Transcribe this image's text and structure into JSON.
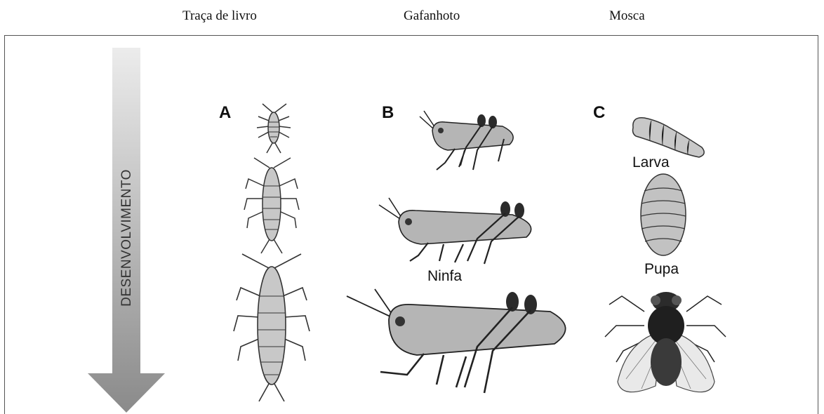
{
  "columns": {
    "a_title": "Traça de livro",
    "b_title": "Gafanhoto",
    "c_title": "Mosca"
  },
  "arrow": {
    "label": "DESENVOLVIMENTO"
  },
  "groups": {
    "a_letter": "A",
    "b_letter": "B",
    "c_letter": "C"
  },
  "stages": {
    "nymph": "Ninfa",
    "larva": "Larva",
    "pupa": "Pupa"
  },
  "colors": {
    "arrow_top": "#e2e2e2",
    "arrow_bottom": "#888888",
    "insect_fill": "#bdbdbd",
    "insect_dark": "#2b2b2b"
  }
}
